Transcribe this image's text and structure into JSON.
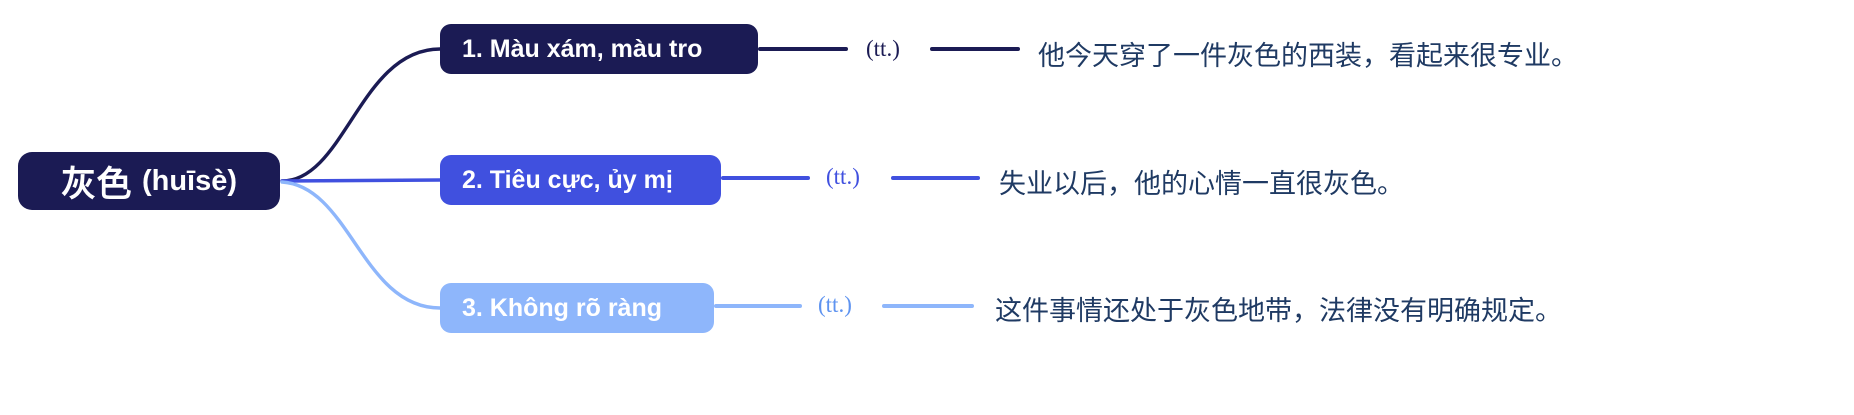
{
  "root": {
    "hanzi": "灰色",
    "pinyin": "(huīsè)",
    "color": "#1b1b54"
  },
  "branches": [
    {
      "id": 1,
      "label": "1. Màu xám, màu tro",
      "pos": "(tt.)",
      "example": "他今天穿了一件灰色的西装，看起来很专业。",
      "color": "#1b1b54",
      "text_color": "#ffffff"
    },
    {
      "id": 2,
      "label": "2. Tiêu cực, ủy mị",
      "pos": "(tt.)",
      "example": "失业以后，他的心情一直很灰色。",
      "color": "#4050df",
      "text_color": "#ffffff"
    },
    {
      "id": 3,
      "label": "3. Không rõ ràng",
      "pos": "(tt.)",
      "example": "这件事情还处于灰色地带，法律没有明确规定。",
      "color": "#8eb6fb",
      "text_color": "#ffffff"
    }
  ],
  "example_text_color": "#1f3a63",
  "background": "#ffffff"
}
